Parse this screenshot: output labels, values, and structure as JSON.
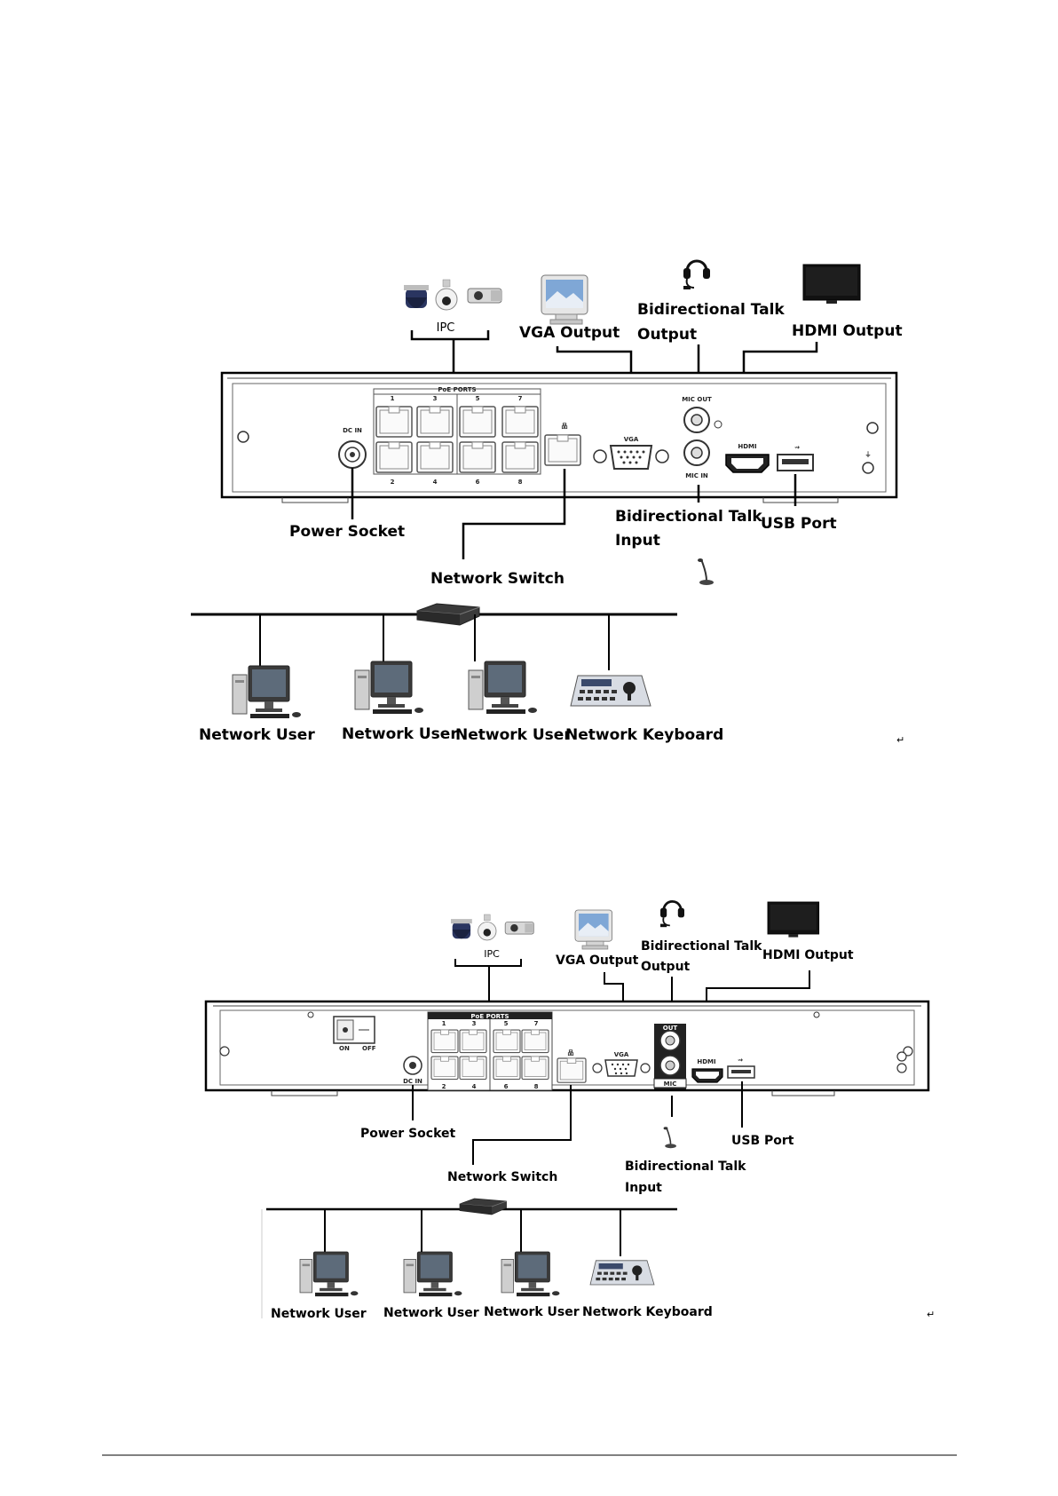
{
  "diagram_1": {
    "ipc": "IPC",
    "vga_output": "VGA Output",
    "talk_output_line1": "Bidirectional Talk",
    "talk_output_line2": "Output",
    "hdmi_output": "HDMI Output",
    "power_socket": "Power Socket",
    "network_switch": "Network Switch",
    "talk_input_line1": "Bidirectional Talk",
    "talk_input_line2": "Input",
    "usb_port": "USB Port",
    "poe_ports": "PoE PORTS",
    "port_top": [
      "1",
      "3",
      "5",
      "7"
    ],
    "port_bottom": [
      "2",
      "4",
      "6",
      "8"
    ],
    "dc_in": "DC IN",
    "vga": "VGA",
    "mic_out": "MIC OUT",
    "mic_in": "MIC IN",
    "hdmi_logo": "HDMI",
    "clients": [
      "Network User",
      "Network User",
      "Network User",
      "Network Keyboard"
    ],
    "mark": "↵"
  },
  "diagram_2": {
    "ipc": "IPC",
    "vga_output": "VGA Output",
    "talk_output_line1": "Bidirectional Talk",
    "talk_output_line2": "Output",
    "hdmi_output": "HDMI Output",
    "power_socket": "Power Socket",
    "network_switch": "Network Switch",
    "talk_input_line1": "Bidirectional Talk",
    "talk_input_line2": "Input",
    "usb_port": "USB Port",
    "poe_ports": "PoE PORTS",
    "port_top": [
      "1",
      "3",
      "5",
      "7"
    ],
    "port_bottom": [
      "2",
      "4",
      "6",
      "8"
    ],
    "on": "ON",
    "off": "OFF",
    "dc_in": "DC IN",
    "vga": "VGA",
    "out": "OUT",
    "mic": "MIC",
    "hdmi_logo": "HDMI",
    "clients": [
      "Network User",
      "Network User",
      "Network User",
      "Network Keyboard"
    ],
    "mark": "↵"
  }
}
